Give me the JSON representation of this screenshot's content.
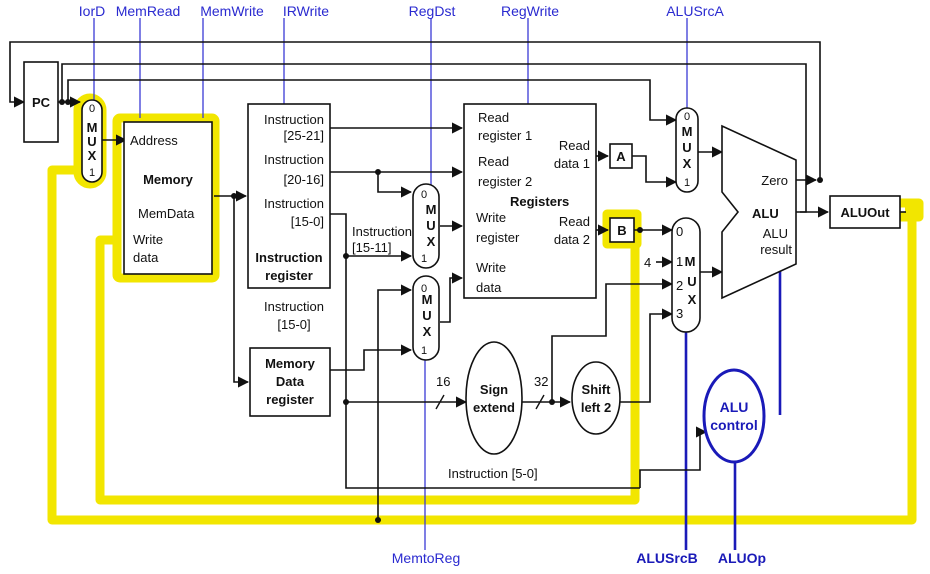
{
  "control_signals": {
    "iord": "IorD",
    "memread": "MemRead",
    "memwrite": "MemWrite",
    "irwrite": "IRWrite",
    "regdst": "RegDst",
    "regwrite": "RegWrite",
    "alusrca": "ALUSrcA",
    "memtoreg": "MemtoReg",
    "alusrcb": "ALUSrcB",
    "aluop": "ALUOp"
  },
  "pc": {
    "label": "PC"
  },
  "mux_letters": [
    "M",
    "U",
    "X"
  ],
  "mux_iord": {
    "in0": "0",
    "in1": "1"
  },
  "memory": {
    "address": "Address",
    "title": "Memory",
    "memdata": "MemData",
    "write_line1": "Write",
    "write_line2": "data"
  },
  "ir": {
    "field1_line1": "Instruction",
    "field1_line2": "[25-21]",
    "field2_line1": "Instruction",
    "field2_line2": "[20-16]",
    "field3_line1": "Instruction",
    "field3_line2": "[15-0]",
    "title_line1": "Instruction",
    "title_line2": "register"
  },
  "ir_out": {
    "line1": "Instruction",
    "line2": "[15-0]"
  },
  "ir_1511": {
    "line1": "Instruction",
    "line2": "[15-11]"
  },
  "mux_regdst": {
    "in0": "0",
    "in1": "1"
  },
  "mux_memtoreg": {
    "in0": "0",
    "in1": "1"
  },
  "mdr": {
    "line1": "Memory",
    "line2": "Data",
    "line3": "register"
  },
  "registers": {
    "rr1_line1": "Read",
    "rr1_line2": "register 1",
    "rr2_line1": "Read",
    "rr2_line2": "register 2",
    "title": "Registers",
    "wr_line1": "Write",
    "wr_line2": "register",
    "wd_line1": "Write",
    "wd_line2": "data",
    "rd1_line1": "Read",
    "rd1_line2": "data 1",
    "rd2_line1": "Read",
    "rd2_line2": "data 2"
  },
  "reg_a": "A",
  "reg_b": "B",
  "mux_alusrca": {
    "in0": "0",
    "in1": "1"
  },
  "mux_alusrcb": {
    "in0": "0",
    "in1": "1",
    "in2": "2",
    "in3": "3",
    "const4": "4"
  },
  "alu": {
    "title": "ALU",
    "zero": "Zero",
    "result_line1": "ALU",
    "result_line2": "result"
  },
  "aluout": "ALUOut",
  "sign_extend": {
    "line1": "Sign",
    "line2": "extend",
    "in_width": "16",
    "out_width": "32"
  },
  "shift_left": {
    "line1": "Shift",
    "line2": "left 2"
  },
  "alu_control": {
    "line1": "ALU",
    "line2": "control"
  },
  "funct": "Instruction [5-0]",
  "colors": {
    "wire": "#111111",
    "control_wire": "#3a3ad6",
    "control_wire_bold": "#1a1ab8",
    "highlight": "#f2e600"
  }
}
